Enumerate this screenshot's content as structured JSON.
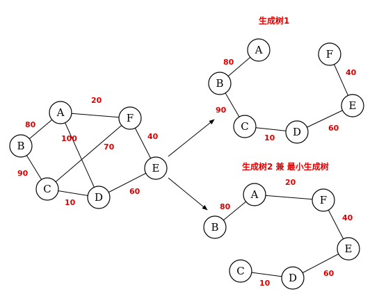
{
  "colors": {
    "accent": "#e00000",
    "stroke": "#000000",
    "background": "#ffffff"
  },
  "graphs": [
    {
      "id": "original",
      "title": "",
      "nodes": [
        {
          "id": "A",
          "label": "A"
        },
        {
          "id": "B",
          "label": "B"
        },
        {
          "id": "C",
          "label": "C"
        },
        {
          "id": "D",
          "label": "D"
        },
        {
          "id": "E",
          "label": "E"
        },
        {
          "id": "F",
          "label": "F"
        }
      ],
      "edges": [
        {
          "from": "A",
          "to": "B",
          "weight": "80"
        },
        {
          "from": "A",
          "to": "F",
          "weight": "20"
        },
        {
          "from": "A",
          "to": "D",
          "weight": "100"
        },
        {
          "from": "B",
          "to": "C",
          "weight": "90"
        },
        {
          "from": "C",
          "to": "F",
          "weight": "70"
        },
        {
          "from": "C",
          "to": "D",
          "weight": "10"
        },
        {
          "from": "F",
          "to": "E",
          "weight": "40"
        },
        {
          "from": "D",
          "to": "E",
          "weight": "60"
        }
      ]
    },
    {
      "id": "tree1",
      "title": "生成树1",
      "nodes": [
        {
          "id": "A",
          "label": "A"
        },
        {
          "id": "B",
          "label": "B"
        },
        {
          "id": "C",
          "label": "C"
        },
        {
          "id": "D",
          "label": "D"
        },
        {
          "id": "E",
          "label": "E"
        },
        {
          "id": "F",
          "label": "F"
        }
      ],
      "edges": [
        {
          "from": "A",
          "to": "B",
          "weight": "80"
        },
        {
          "from": "B",
          "to": "C",
          "weight": "90"
        },
        {
          "from": "C",
          "to": "D",
          "weight": "10"
        },
        {
          "from": "D",
          "to": "E",
          "weight": "60"
        },
        {
          "from": "E",
          "to": "F",
          "weight": "40"
        }
      ]
    },
    {
      "id": "tree2",
      "title": "生成树2 兼 最小生成树",
      "nodes": [
        {
          "id": "A",
          "label": "A"
        },
        {
          "id": "B",
          "label": "B"
        },
        {
          "id": "C",
          "label": "C"
        },
        {
          "id": "D",
          "label": "D"
        },
        {
          "id": "E",
          "label": "E"
        },
        {
          "id": "F",
          "label": "F"
        }
      ],
      "edges": [
        {
          "from": "A",
          "to": "B",
          "weight": "80"
        },
        {
          "from": "A",
          "to": "F",
          "weight": "20"
        },
        {
          "from": "F",
          "to": "E",
          "weight": "40"
        },
        {
          "from": "E",
          "to": "D",
          "weight": "60"
        },
        {
          "from": "D",
          "to": "C",
          "weight": "10"
        }
      ]
    }
  ]
}
